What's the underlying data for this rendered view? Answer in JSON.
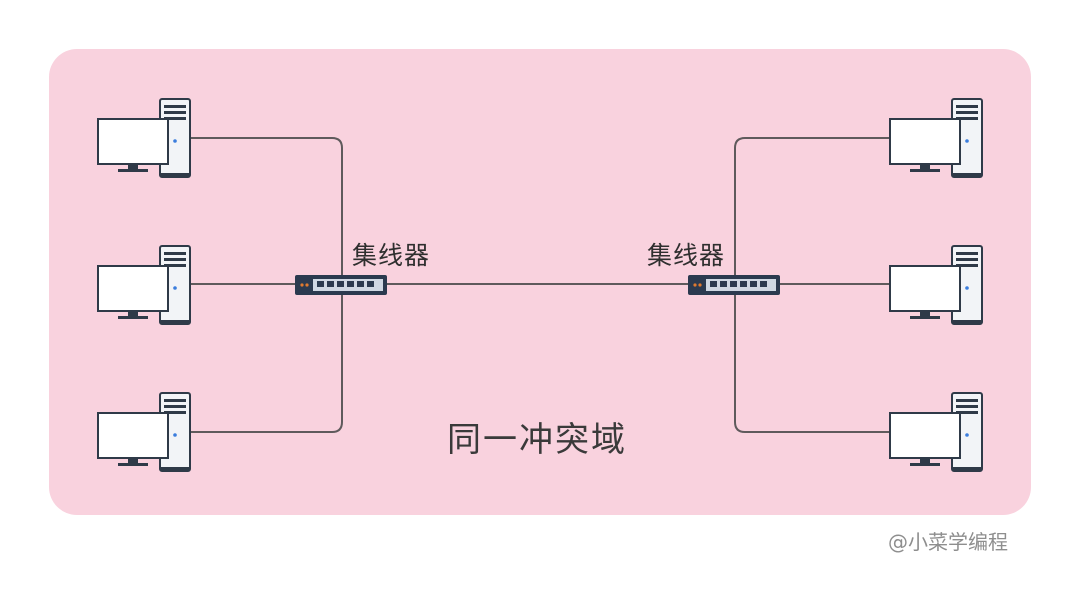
{
  "diagram": {
    "hubs": [
      {
        "label": "集线器"
      },
      {
        "label": "集线器"
      }
    ],
    "domain_label": "同一冲突域",
    "watermark": "@小菜学编程",
    "computer_count_per_hub": 3
  },
  "colors": {
    "domain_fill": "#f9d2de",
    "cable": "#5f5a5c",
    "hub_body": "#2b3a4f",
    "hub_port_panel": "#cfd8e3",
    "hub_led": "#e07a2f",
    "monitor_screen": "#ffffff",
    "device_outline": "#2f3a48",
    "tower_body": "#f2f4f7",
    "power_led": "#3b7ddd"
  },
  "icons": [
    "computer-icon",
    "hub-icon"
  ]
}
